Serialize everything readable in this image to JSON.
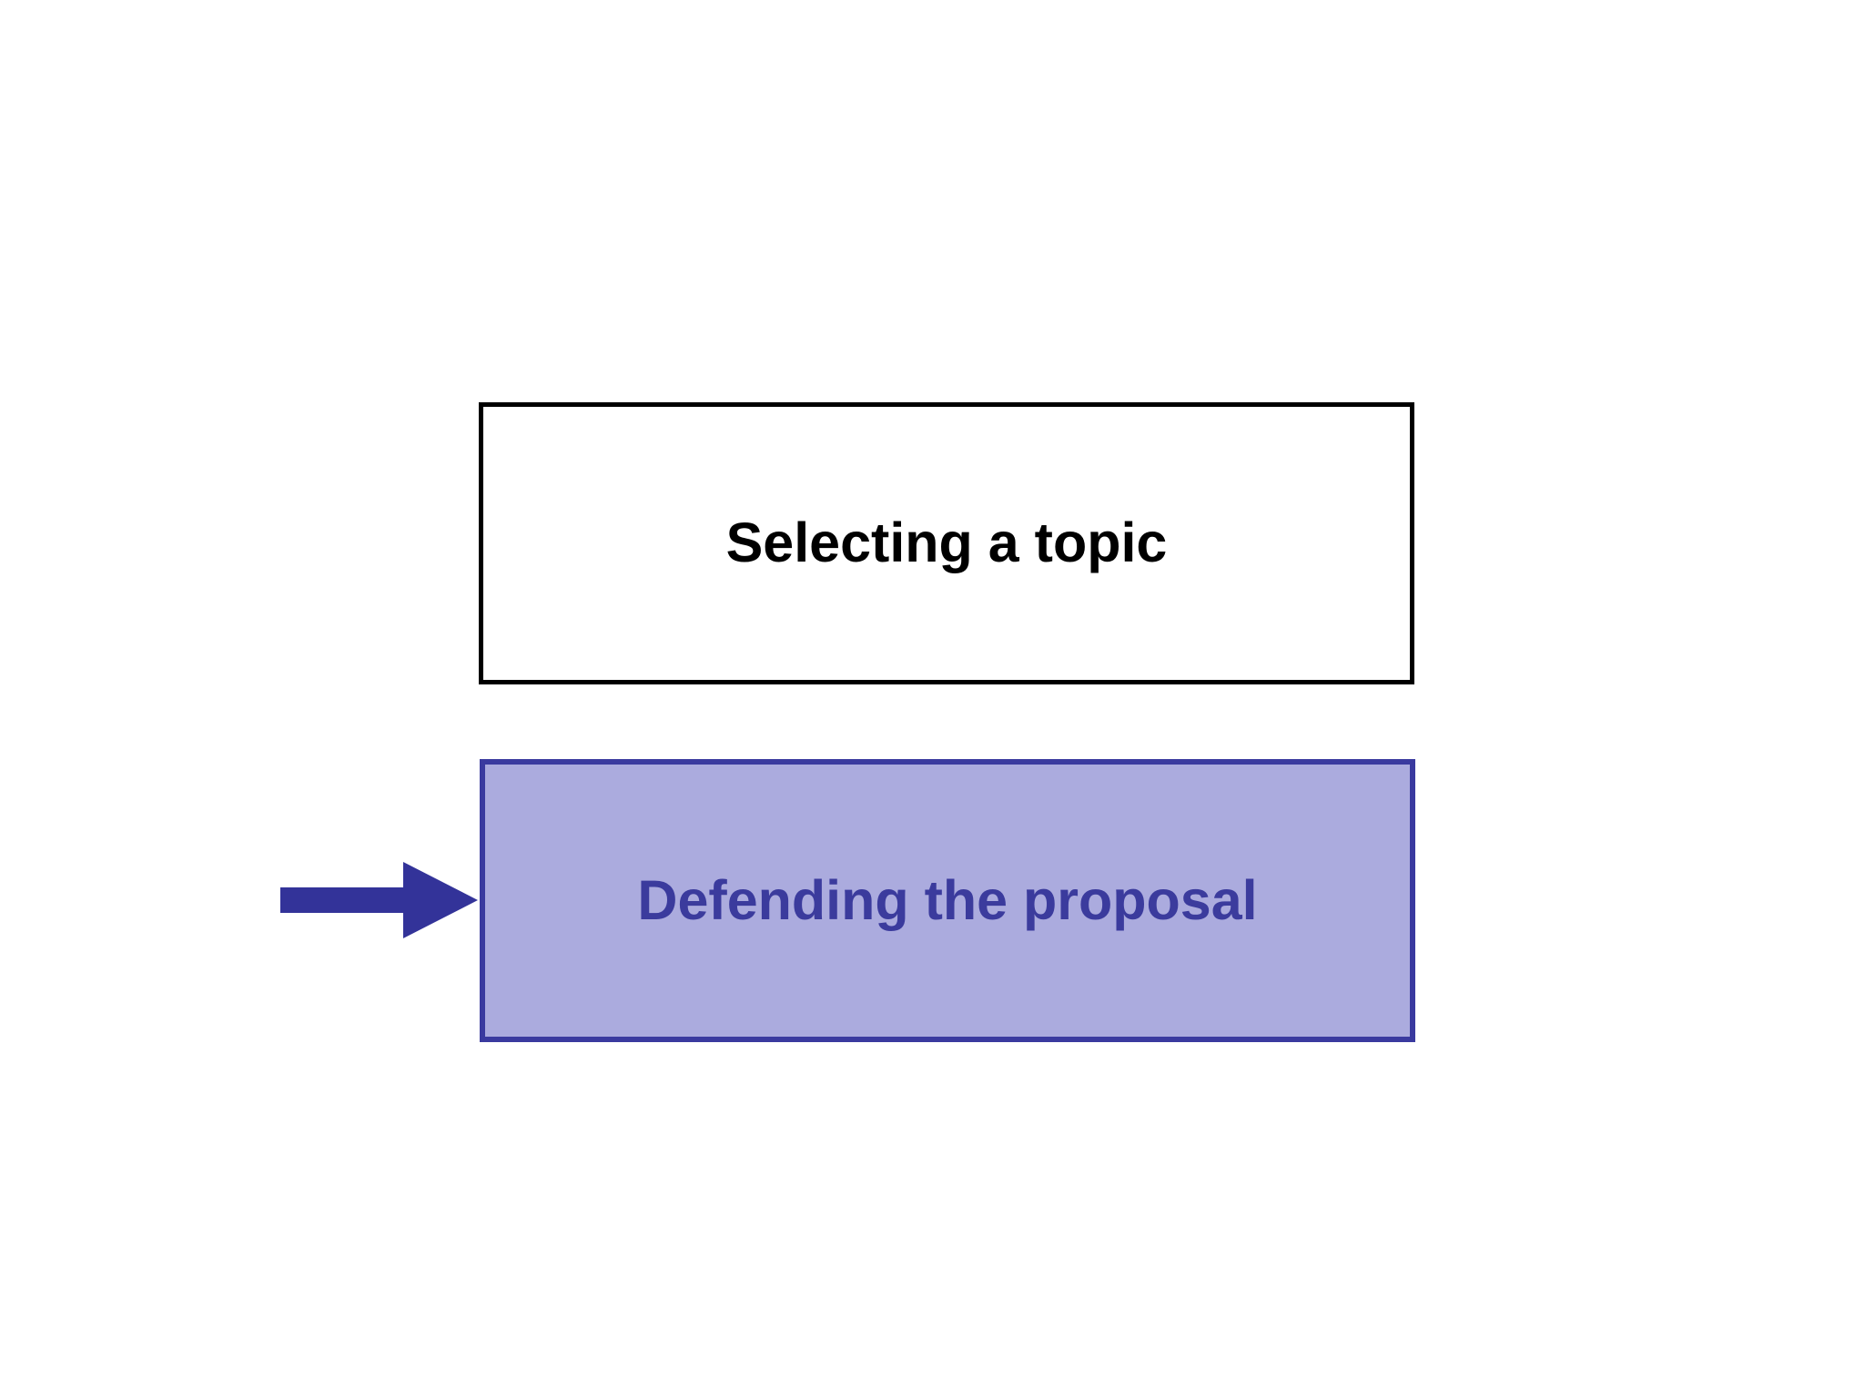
{
  "slide": {
    "background_color": "#ffffff",
    "steps": [
      {
        "label": "Selecting a topic",
        "fill_color": "#ffffff",
        "border_color": "#000000",
        "text_color": "#000000"
      },
      {
        "label": "Defending the proposal",
        "fill_color": "#ABABDE",
        "border_color": "#3A3A9F",
        "text_color": "#3B3B9D"
      }
    ],
    "arrow": {
      "color": "#333399",
      "direction": "right"
    }
  }
}
